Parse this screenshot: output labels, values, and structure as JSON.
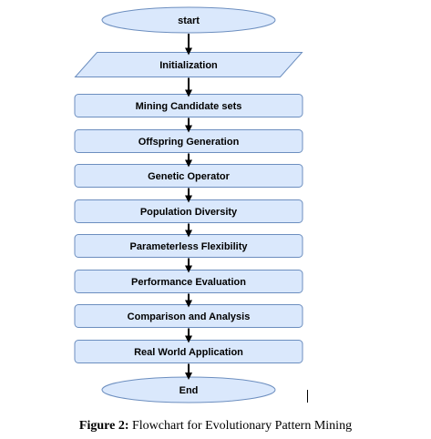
{
  "flowchart": {
    "steps": [
      {
        "label": "start",
        "shape": "ellipse"
      },
      {
        "label": "Initialization",
        "shape": "parallelogram"
      },
      {
        "label": "Mining Candidate sets",
        "shape": "rect"
      },
      {
        "label": "Offspring Generation",
        "shape": "rect"
      },
      {
        "label": "Genetic Operator",
        "shape": "rect"
      },
      {
        "label": "Population Diversity",
        "shape": "rect"
      },
      {
        "label": "Parameterless Flexibility",
        "shape": "rect"
      },
      {
        "label": "Performance Evaluation",
        "shape": "rect"
      },
      {
        "label": "Comparison and Analysis",
        "shape": "rect"
      },
      {
        "label": "Real World Application",
        "shape": "rect"
      },
      {
        "label": "End",
        "shape": "ellipse"
      }
    ],
    "colors": {
      "fill": "#dae8fc",
      "stroke": "#6c8ebf",
      "arrow": "#000000"
    }
  },
  "caption": {
    "prefix": "Figure 2:",
    "text": " Flowchart for Evolutionary Pattern Mining"
  }
}
